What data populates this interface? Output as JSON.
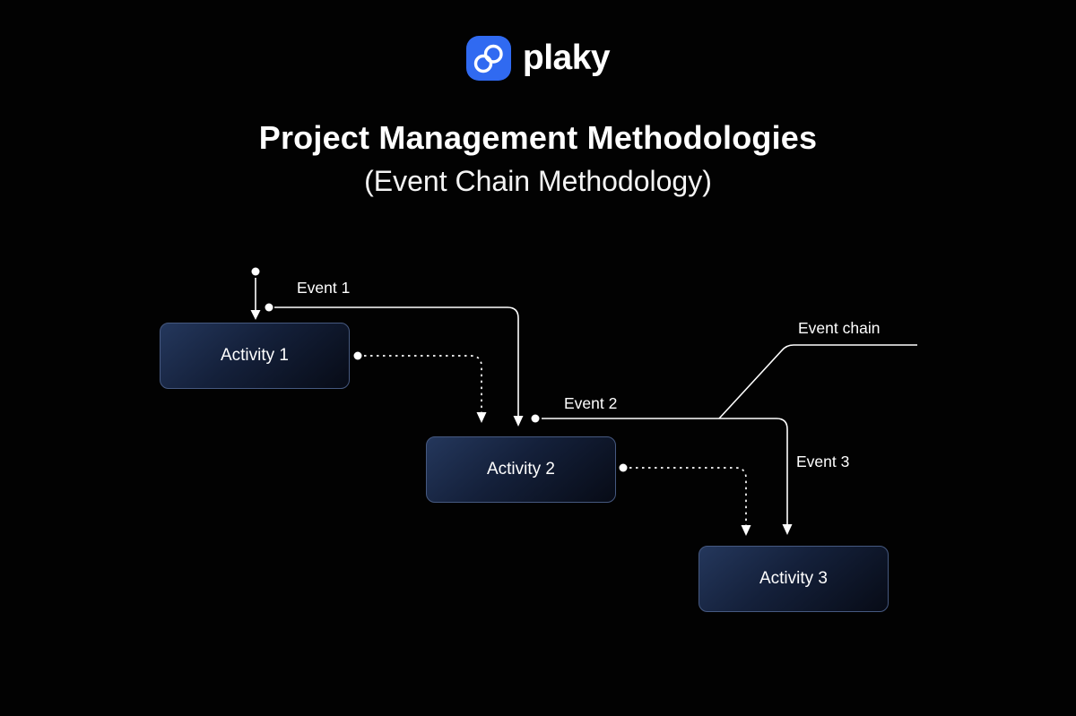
{
  "brand": {
    "name": "plaky",
    "logo_color": "#306af1"
  },
  "title": "Project Management Methodologies",
  "subtitle": "(Event Chain Methodology)",
  "diagram": {
    "activities": [
      {
        "label": "Activity 1"
      },
      {
        "label": "Activity 2"
      },
      {
        "label": "Activity 3"
      }
    ],
    "events": [
      {
        "label": "Event 1",
        "from": "external",
        "to": "Activity 1"
      },
      {
        "label": "Event 2",
        "from": "Activity 1 completion",
        "to": "Activity 2"
      },
      {
        "label": "Event 3",
        "from": "Activity 2 completion",
        "to": "Activity 3"
      }
    ],
    "event_chain_label": "Event chain",
    "colors": {
      "background": "#020202",
      "line": "#ffffff",
      "box_border": "#465980",
      "box_gradient_start": "#24375c",
      "box_gradient_end": "#070b16",
      "brand_blue": "#306af1"
    }
  }
}
